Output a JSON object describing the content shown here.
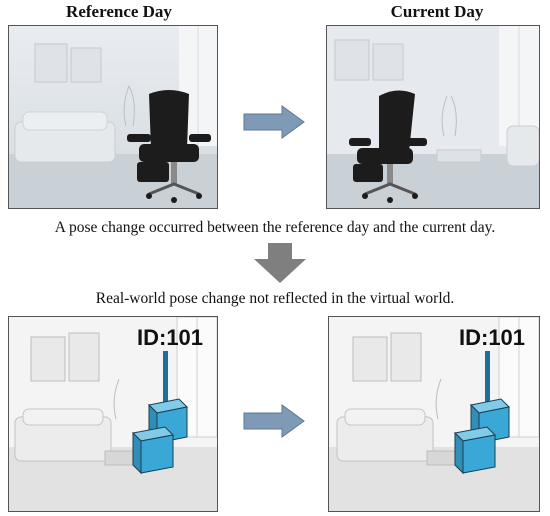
{
  "top": {
    "reference_title": "Reference Day",
    "current_title": "Current Day",
    "caption": "A pose change occurred between the reference day and the current day."
  },
  "middle": {
    "caption": "Real-world pose change not reflected in the virtual world."
  },
  "bottom": {
    "left_id": "ID:101",
    "right_id": "ID:101"
  },
  "colors": {
    "arrow_blue": "#7e9ab6",
    "arrow_gray": "#7f7f7f",
    "box_blue": "#3aa8d6",
    "chair": "#1c1c1c"
  },
  "icons": {
    "right_arrow": "right-arrow-icon",
    "down_arrow": "down-arrow-icon"
  }
}
